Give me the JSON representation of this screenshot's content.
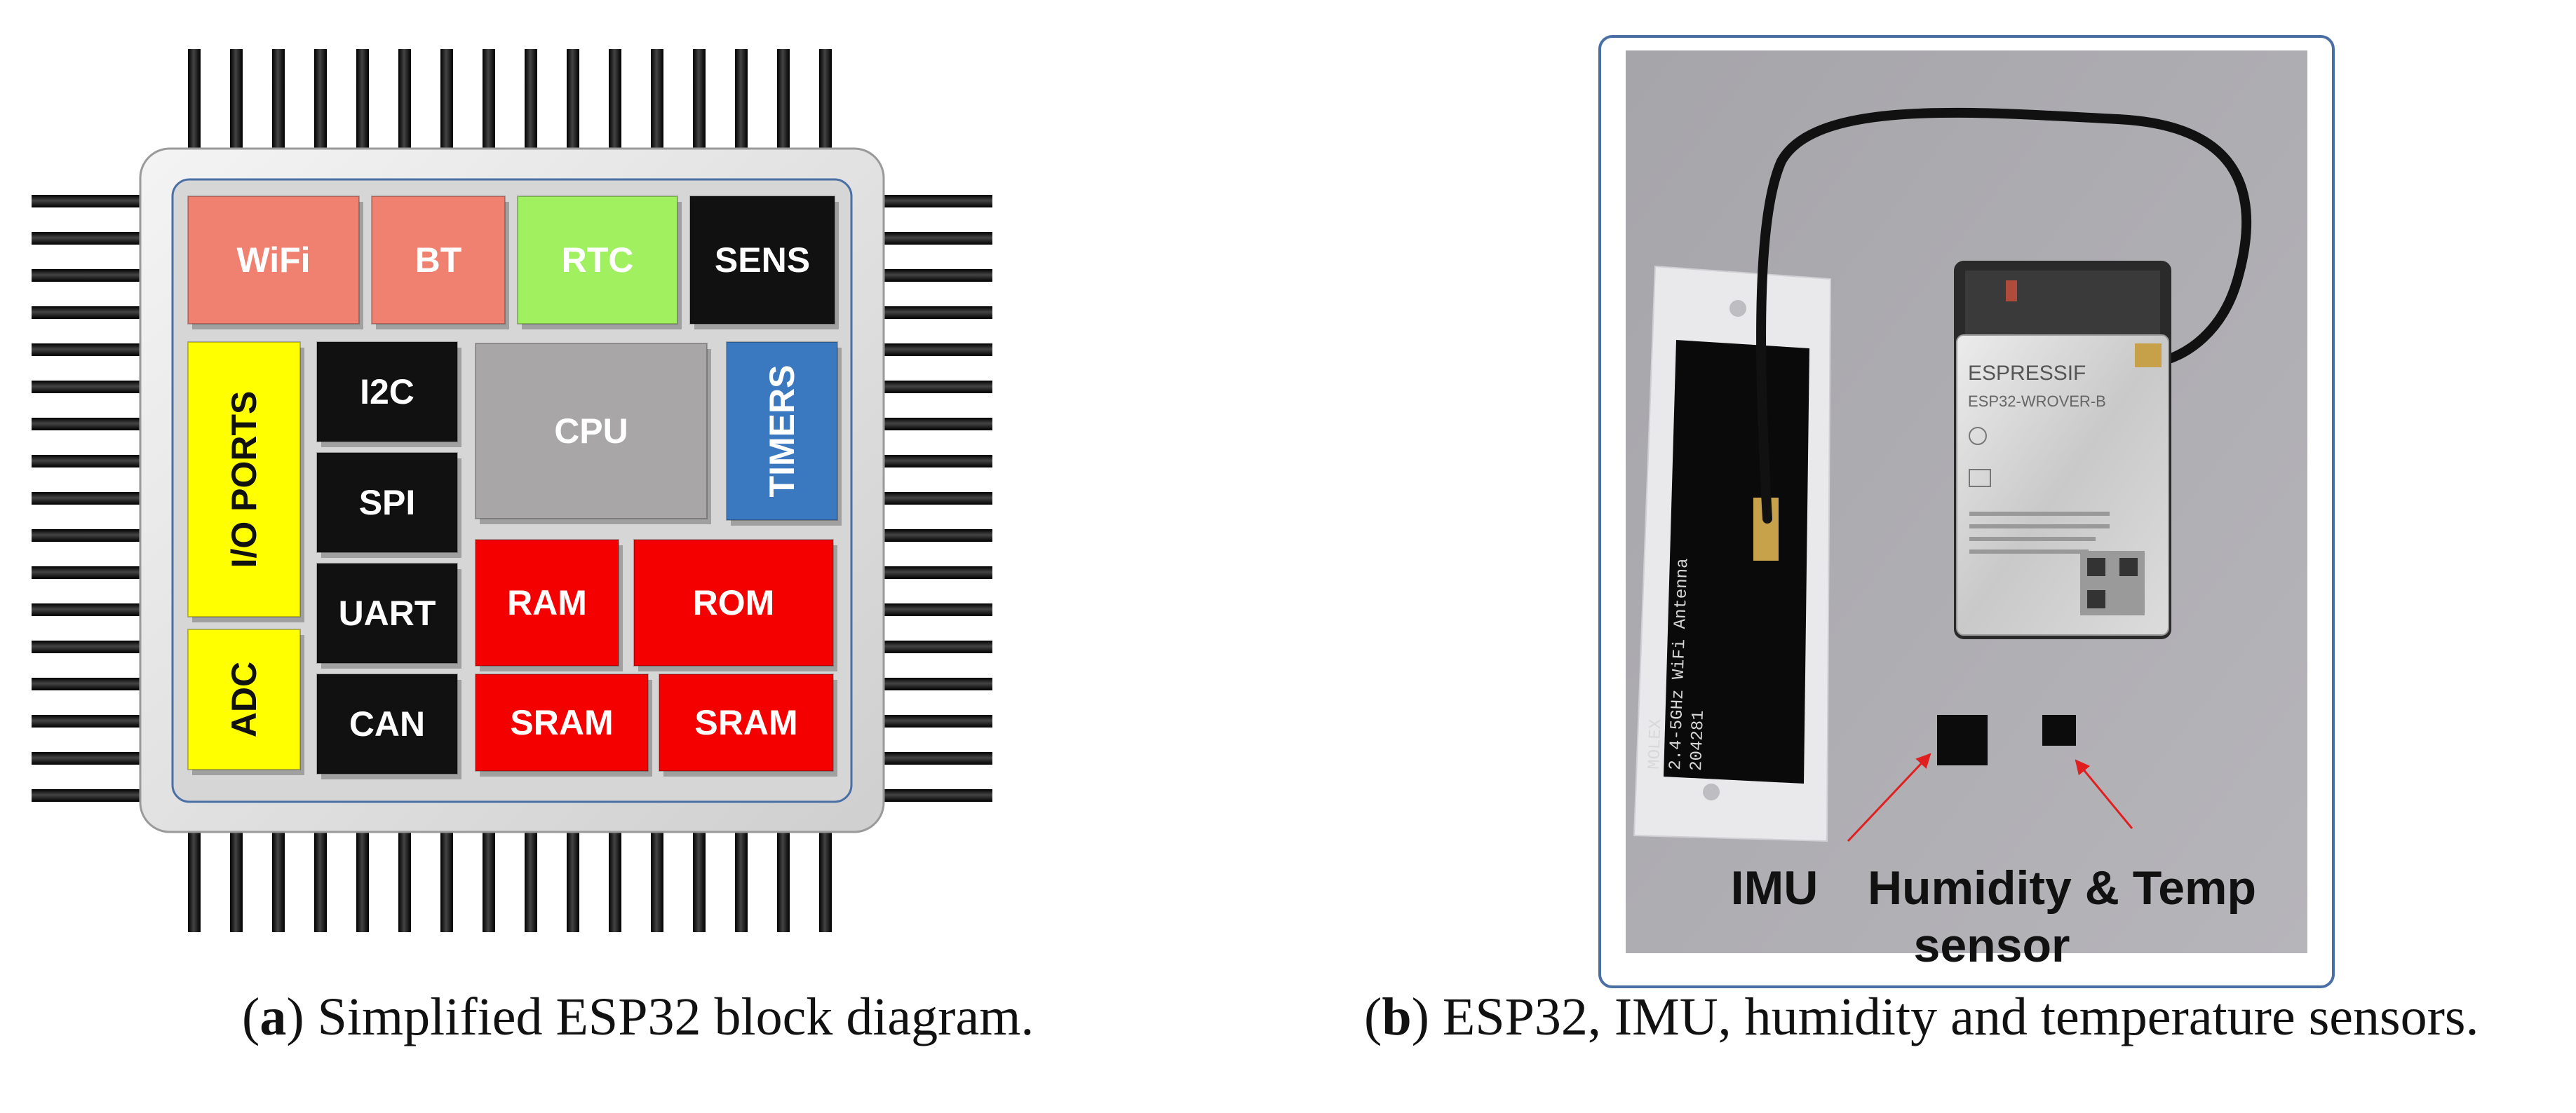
{
  "chip": {
    "blocks": {
      "wifi": "WiFi",
      "bt": "BT",
      "rtc": "RTC",
      "sens": "SENS",
      "io_ports": "I/O PORTS",
      "adc": "ADC",
      "i2c": "I2C",
      "spi": "SPI",
      "uart": "UART",
      "can": "CAN",
      "cpu": "CPU",
      "timers": "TIMERS",
      "ram": "RAM",
      "rom": "ROM",
      "sram_1": "SRAM",
      "sram_2": "SRAM"
    },
    "colors": {
      "salmon": "#f08070",
      "green": "#a0f060",
      "black": "#111111",
      "yellow": "#ffff00",
      "gray": "#a8a6a6",
      "blue": "#3a78c0",
      "red": "#f40000"
    }
  },
  "photo": {
    "module_brand": "ESPRESSIF",
    "module_model": "ESP32-WROVER-B",
    "antenna_text": [
      "MOLEX",
      "2.4-5GHz WiFi Antenna",
      "204281"
    ],
    "labels": {
      "imu": "IMU",
      "humidity_line1": "Humidity & Temp",
      "humidity_line2": "sensor"
    }
  },
  "captions": {
    "a_letter": "a",
    "a_text": " Simplified ESP32 block diagram.",
    "b_letter": "b",
    "b_text": " ESP32, IMU, humidity and temperature sensors."
  }
}
